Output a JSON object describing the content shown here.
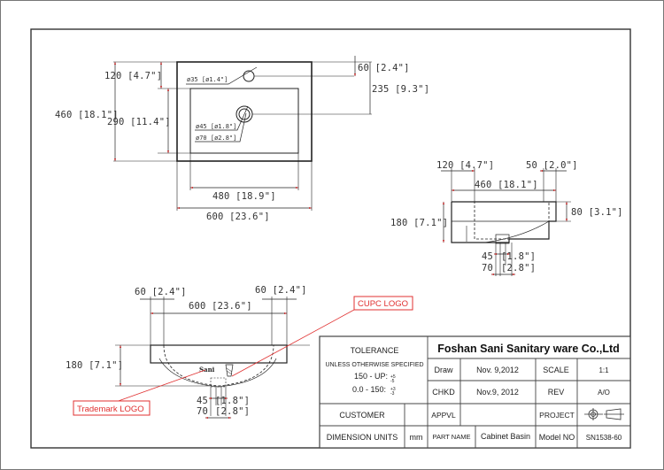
{
  "drawing": {
    "title": "Cabinet Basin technical drawing",
    "colors": {
      "line": "#222222",
      "callout": "#e03030",
      "arrow": "#c02020"
    }
  },
  "top_view": {
    "dims": {
      "top_offset": "120 [4.7\"]",
      "overall_depth": "460 [18.1\"]",
      "bowl_depth": "290 [11.4\"]",
      "tap_hole_offset": "60 [2.4\"]",
      "drain_offset": "235 [9.3\"]",
      "bowl_width": "480 [18.9\"]",
      "overall_width": "600 [23.6\"]",
      "tap_hole_dia": "ø35 [ø1.4\"]",
      "drain_inner_dia": "ø45 [ø1.8\"]",
      "drain_outer_dia": "ø70 [ø2.8\"]"
    }
  },
  "side_view": {
    "dims": {
      "rear_offset": "120 [4.7\"]",
      "front_lip": "50 [2.0\"]",
      "depth": "460 [18.1\"]",
      "height": "180 [7.1\"]",
      "deck_height": "80 [3.1\"]",
      "drain_inner": "45",
      "drain_inner_in": "[1.8\"]",
      "drain_outer": "70",
      "drain_outer_in": "[2.8\"]"
    }
  },
  "front_view": {
    "dims": {
      "left_wall": "60 [2.4\"]",
      "right_wall": "60 [2.4\"]",
      "width": "600 [23.6\"]",
      "height": "180 [7.1\"]",
      "drain_inner": "45",
      "drain_inner_in": "[1.8\"]",
      "drain_outer": "70",
      "drain_outer_in": "[2.8\"]"
    },
    "brand_mark": "Sani"
  },
  "callouts": {
    "cupc": "CUPC LOGO",
    "trademark": "Trademark LOGO"
  },
  "title_block": {
    "company": "Foshan Sani Sanitary ware Co.,Ltd",
    "tolerance_label": "TOLERANCE",
    "tolerance_note": "UNLESS OTHERWISE SPECIFIED",
    "tol_150_up": "150 - UP:",
    "tol_150_up_val": "+5 / -5",
    "tol_0_150": "0.0 - 150:",
    "tol_0_150_val": "+3 / -3",
    "draw_label": "Draw",
    "draw_date": "Nov. 9,2012",
    "chkd_label": "CHKD",
    "chkd_date": "Nov.9, 2012",
    "appvl_label": "APPVL",
    "appvl_value": "",
    "scale_label": "SCALE",
    "scale_value": "1:1",
    "rev_label": "REV",
    "rev_value": "A/O",
    "project_label": "PROJECT",
    "customer_label": "CUSTOMER",
    "customer_value": "",
    "units_label": "DIMENSION UNITS",
    "units_value": "mm",
    "part_name_label": "PART NAME",
    "part_name_value": "Cabinet Basin",
    "model_label": "Model NO",
    "model_value": "SN1538-60"
  }
}
